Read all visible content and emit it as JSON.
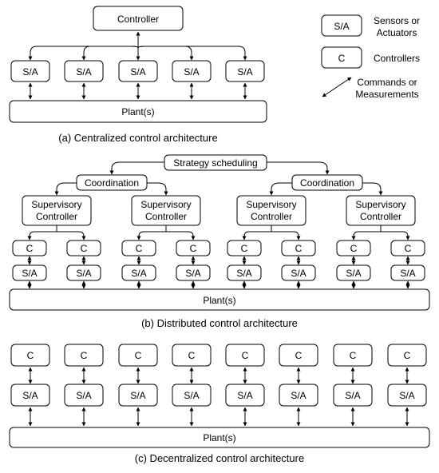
{
  "colors": {
    "stroke": "#000000",
    "fill": "#ffffff",
    "text": "#000000"
  },
  "legend": {
    "sa_box": "S/A",
    "sa_desc": [
      "Sensors or",
      "Actuators"
    ],
    "c_box": "C",
    "c_desc": "Controllers",
    "arrow_desc": [
      "Commands or",
      "Measurements"
    ]
  },
  "panel_a": {
    "controller": "Controller",
    "sa_labels": [
      "S/A",
      "S/A",
      "S/A",
      "S/A",
      "S/A"
    ],
    "plant": "Plant(s)",
    "caption": "(a) Centralized control architecture"
  },
  "panel_b": {
    "strategy": "Strategy scheduling",
    "coordination": [
      "Coordination",
      "Coordination"
    ],
    "supervisory": [
      [
        "Supervisory",
        "Controller"
      ],
      [
        "Supervisory",
        "Controller"
      ],
      [
        "Supervisory",
        "Controller"
      ],
      [
        "Supervisory",
        "Controller"
      ]
    ],
    "c_labels": [
      "C",
      "C",
      "C",
      "C",
      "C",
      "C",
      "C",
      "C"
    ],
    "sa_labels": [
      "S/A",
      "S/A",
      "S/A",
      "S/A",
      "S/A",
      "S/A",
      "S/A",
      "S/A"
    ],
    "plant": "Plant(s)",
    "caption": "(b) Distributed control architecture"
  },
  "panel_c": {
    "c_labels": [
      "C",
      "C",
      "C",
      "C",
      "C",
      "C",
      "C",
      "C"
    ],
    "sa_labels": [
      "S/A",
      "S/A",
      "S/A",
      "S/A",
      "S/A",
      "S/A",
      "S/A",
      "S/A"
    ],
    "plant": "Plant(s)",
    "caption": "(c) Decentralized control architecture"
  }
}
